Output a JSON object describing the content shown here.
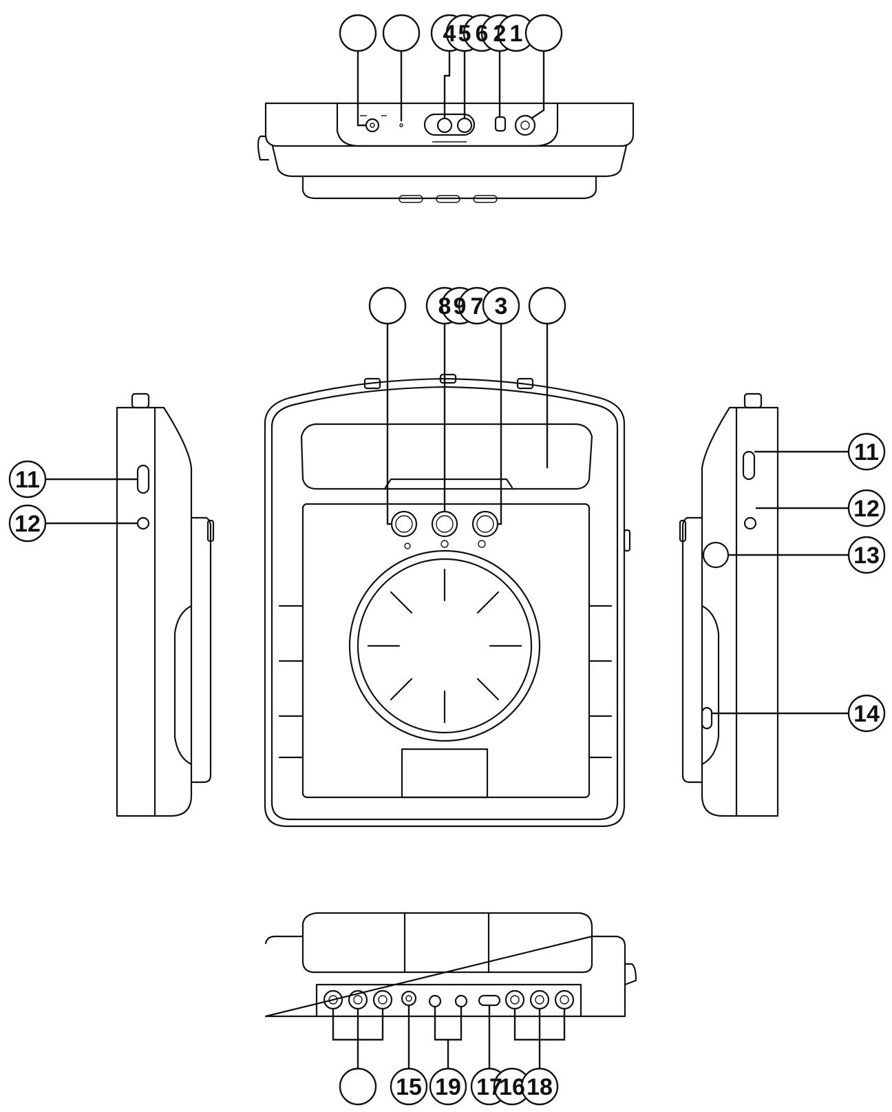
{
  "callouts": {
    "top": [
      "",
      "",
      "4",
      "5",
      "6",
      "2",
      "1",
      ""
    ],
    "front": [
      "",
      "8",
      "9",
      "7",
      "3",
      ""
    ],
    "left": [
      "11",
      "12"
    ],
    "right": [
      "11",
      "12",
      "13",
      "14"
    ],
    "bottom": [
      "",
      "15",
      "19",
      "17",
      "16",
      "18"
    ]
  }
}
